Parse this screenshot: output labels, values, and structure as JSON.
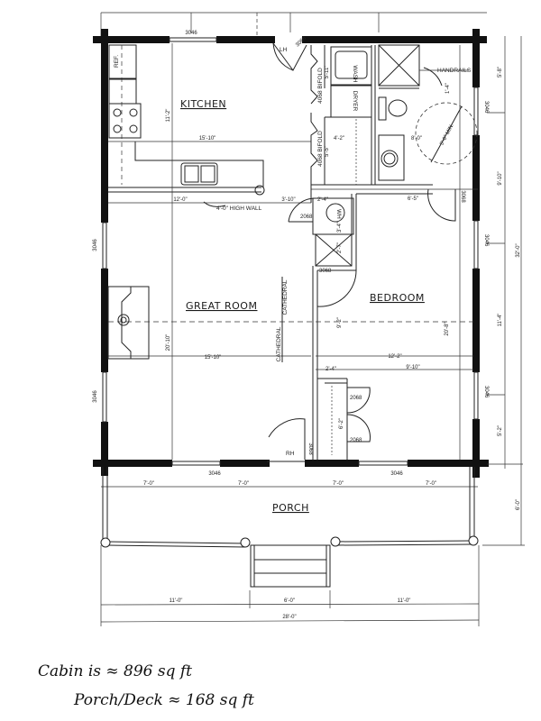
{
  "rooms": {
    "kitchen": "KITCHEN",
    "great_room": "GREAT ROOM",
    "bedroom": "BEDROOM",
    "porch": "PORCH"
  },
  "fixtures": {
    "ref": "REF.",
    "wash": "WASH",
    "dryer": "DRYER",
    "wh": "WH",
    "handrails": "HANDRAILS",
    "bifold_1": "4068 BIFOLD",
    "bifold_2": "4068 BIFOLD",
    "high_wall": "4'-0\" HIGH WALL",
    "cathedral_top": "CATHEDRAL",
    "cathedral_bottom": "CATHEDRAL",
    "turn_circle": "5'-0\" MIN.",
    "lh": "LH",
    "rh": "RH"
  },
  "openings": {
    "top_window": "3046",
    "entry_door_top": "3068",
    "left_window_1": "3046",
    "left_window_2": "3046",
    "right_window_1": "3046",
    "right_window_2": "3046",
    "right_window_3": "3046",
    "bottom_window_1": "3046",
    "bottom_window_2": "3046",
    "entry_door_bottom": "3068",
    "bath_door": "3068",
    "hall_door_wh": "2068",
    "bedroom_door": "3068",
    "closet_door_1": "2068",
    "closet_door_2": "2068"
  },
  "dimensions": {
    "kitchen_depth": "11'-2\"",
    "kitchen_width": "15'-10\"",
    "laundry_depth": "5'-11\"",
    "closet_width": "4'-2\"",
    "closet_depth": "5'-5\"",
    "bath_width": "8'-0\"",
    "bath_circle": "1'-4\"",
    "wall_12": "12'-0\"",
    "hall_3_10": "3'-10\"",
    "hall_2_4": "2'-4\"",
    "hall_3_10b": "3'-10\"",
    "bath_6_5": "6'-5\"",
    "wh_depth": "3'-4\"",
    "wh2": "2'-7\"",
    "great_depth": "20'-10\"",
    "great_width": "15'-10\"",
    "bed_top": "9'-2\"",
    "bed_depth": "20'-8\"",
    "bed_width": "12'-2\"",
    "closet_2_4": "2'-4\"",
    "bed_9_10": "9'-10\"",
    "closet_6_2": "6'-2\"",
    "porch_seg_1": "7'-0\"",
    "porch_seg_2": "7'-0\"",
    "porch_seg_3": "7'-0\"",
    "porch_seg_4": "7'-0\"",
    "right_5_8": "5'-8\"",
    "right_9_10": "9'-10\"",
    "right_11_4": "11'-4\"",
    "right_5_2": "5'-2\"",
    "overall_depth": "32'-0\"",
    "porch_depth": "6'-0\"",
    "bottom_11_a": "11'-0\"",
    "bottom_6": "6'-0\"",
    "bottom_11_b": "11'-0\"",
    "overall_width": "28'-0\""
  },
  "notes": {
    "cabin_area": "Cabin is ≈ 896 sq ft",
    "porch_area": "Porch/Deck ≈ 168 sq ft"
  }
}
